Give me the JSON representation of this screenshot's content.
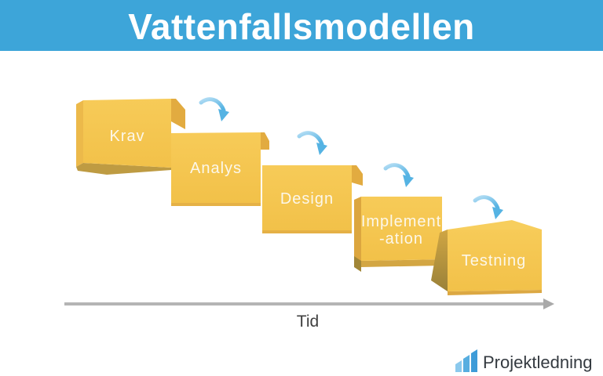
{
  "header": {
    "title": "Vattenfallsmodellen",
    "background_color": "#3DA5D9",
    "text_color": "#FFFFFF"
  },
  "diagram": {
    "stages": [
      {
        "label": "Krav"
      },
      {
        "label": "Analys"
      },
      {
        "label": "Design"
      },
      {
        "label": "Implement",
        "label_line2": "-ation"
      },
      {
        "label": "Testning"
      }
    ],
    "box_face_color": "#F5C64F",
    "box_side_color": "#E2AB40",
    "box_shadow_color": "#B5953F",
    "arrow_color": "#5CB6E4",
    "axis": {
      "label": "Tid",
      "line_color": "#B4B4B4",
      "label_color": "#404040"
    }
  },
  "footer": {
    "brand": "Projektledning",
    "icon": "growth-bars-icon",
    "icon_colors": [
      "#8BC9ED",
      "#57AEE0",
      "#3E9CD8"
    ],
    "text_color": "#343A40"
  }
}
